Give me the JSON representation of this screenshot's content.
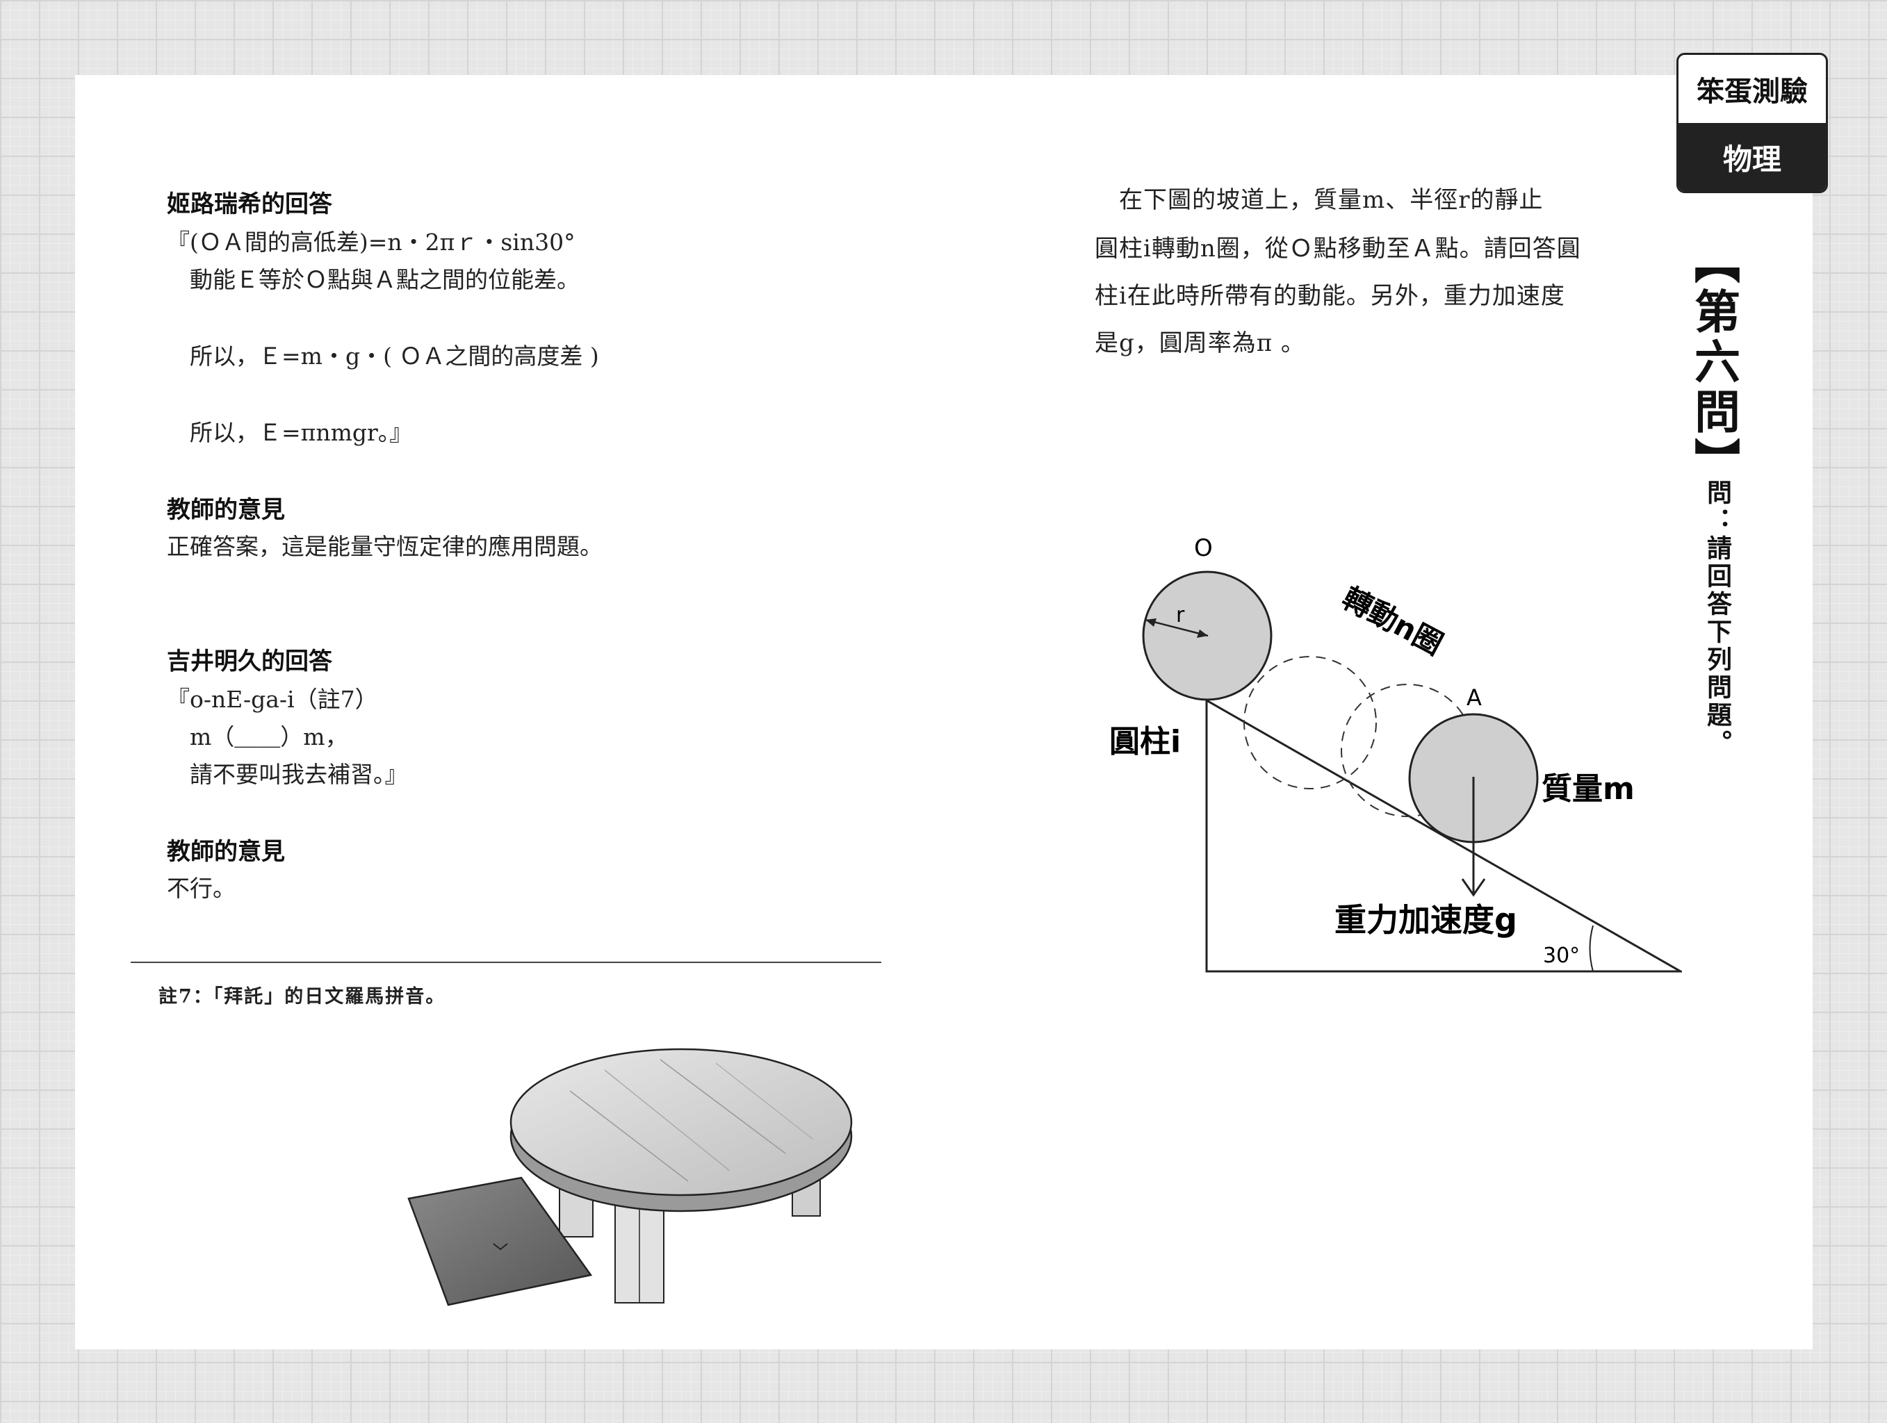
{
  "left": {
    "answer1": {
      "heading": "姬路瑞希的回答",
      "lines": [
        "『(ＯＡ間的高低差)=n・2πｒ・sin30°",
        "　動能Ｅ等於Ｏ點與Ａ點之間的位能差。",
        "　所以，Ｅ=m・g・( ＯＡ之間的高度差 )",
        "　所以，Ｅ=πnmgr。』"
      ]
    },
    "teacher1": {
      "heading": "教師的意見",
      "text": "正確答案，這是能量守恆定律的應用問題。"
    },
    "answer2": {
      "heading": "吉井明久的回答",
      "lines": [
        "『o-nE-ga-i（註7）",
        "　m（＿＿）m，",
        "　請不要叫我去補習。』"
      ]
    },
    "teacher2": {
      "heading": "教師的意見",
      "text": "不行。"
    },
    "footnote": "註7：「拜託」的日文羅馬拼音。"
  },
  "right": {
    "question_lines": [
      "　在下圖的坡道上，質量m、半徑r的靜止",
      "圓柱i轉動n圈，從Ｏ點移動至Ａ點。請回答圓",
      "柱i在此時所帶有的動能。另外，重力加速度",
      "是g，圓周率為π 。"
    ],
    "diagram": {
      "label_O": "O",
      "label_A": "A",
      "label_r": "r",
      "label_rotation": "轉動n圈",
      "label_cylinder": "圓柱i",
      "label_mass": "質量m",
      "label_gravity": "重力加速度g",
      "label_angle": "30°"
    }
  },
  "side": {
    "tab_top": "笨蛋測驗",
    "tab_bottom": "物理",
    "chapter": "【第六問】",
    "question": "問：請回答下列問題。"
  }
}
